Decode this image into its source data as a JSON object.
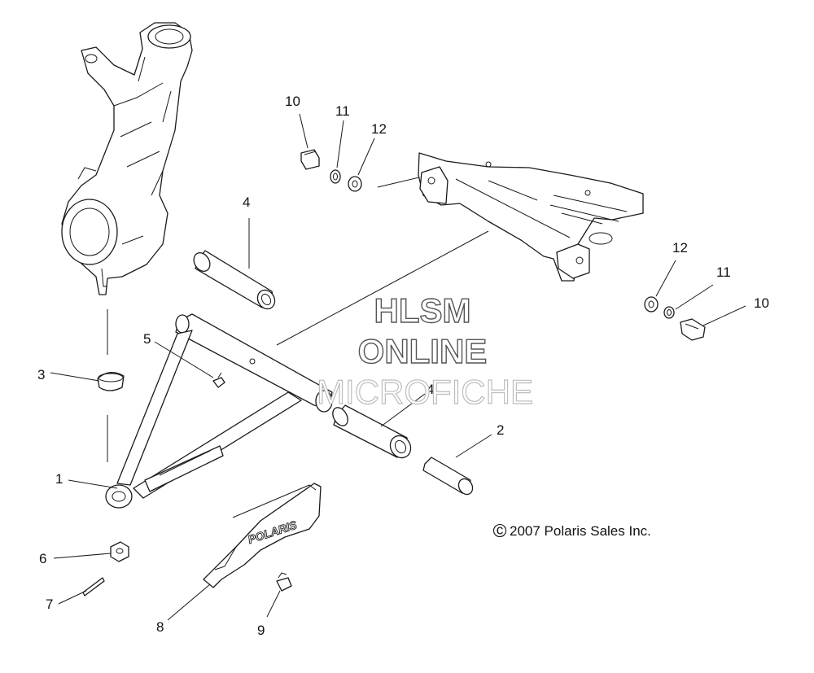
{
  "watermark": {
    "line1": "HLSM",
    "line2": "ONLINE",
    "line3": "MICROFICHE"
  },
  "copyright": "2007 Polaris Sales Inc.",
  "copyright_symbol": "c",
  "logo_text": "POLARIS",
  "callouts": [
    {
      "id": "c1",
      "label": "1"
    },
    {
      "id": "c2",
      "label": "2"
    },
    {
      "id": "c3",
      "label": "3"
    },
    {
      "id": "c4a",
      "label": "4"
    },
    {
      "id": "c4b",
      "label": "4"
    },
    {
      "id": "c5",
      "label": "5"
    },
    {
      "id": "c6",
      "label": "6"
    },
    {
      "id": "c7",
      "label": "7"
    },
    {
      "id": "c8",
      "label": "8"
    },
    {
      "id": "c9",
      "label": "9"
    },
    {
      "id": "c10a",
      "label": "10"
    },
    {
      "id": "c11a",
      "label": "11"
    },
    {
      "id": "c12a",
      "label": "12"
    },
    {
      "id": "c10b",
      "label": "10"
    },
    {
      "id": "c11b",
      "label": "11"
    },
    {
      "id": "c12b",
      "label": "12"
    }
  ]
}
